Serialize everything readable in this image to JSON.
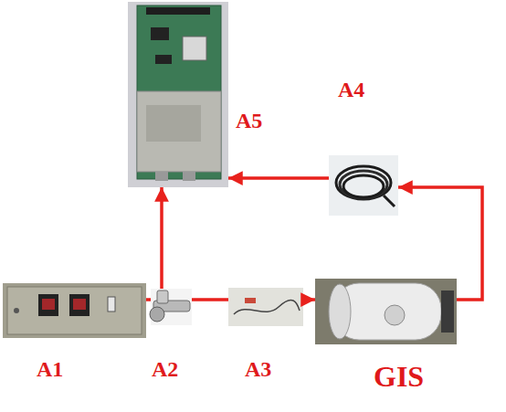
{
  "diagram": {
    "nodes": [
      {
        "text": [
          "A5"
        ]
      },
      {
        "text": [
          "A4"
        ]
      },
      {
        "text": [
          "A1"
        ]
      },
      {
        "text": [
          "A2"
        ]
      },
      {
        "text": [
          "A3"
        ]
      },
      {
        "text": [
          "GIS"
        ]
      }
    ],
    "edges": [
      {
        "from": 2,
        "to": 3,
        "arrow": "none"
      },
      {
        "from": 3,
        "to": 4,
        "arrow": "none"
      },
      {
        "from": 4,
        "to": 5,
        "arrow": "to"
      },
      {
        "from": 5,
        "to": 1,
        "arrow": "to"
      },
      {
        "from": 1,
        "to": 0,
        "arrow": "to"
      },
      {
        "from": 3,
        "to": 0,
        "arrow": "to"
      }
    ]
  }
}
